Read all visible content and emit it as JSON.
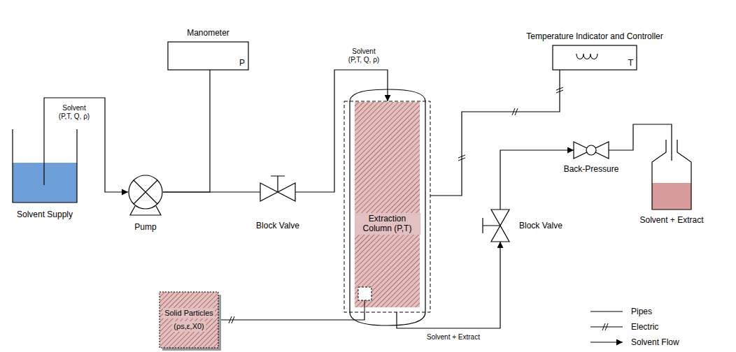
{
  "diagram": {
    "nodes": [
      {
        "text": [
          "Solvent Supply"
        ]
      },
      {
        "text": [
          "Pump"
        ]
      },
      {
        "text": [
          "Manometer",
          "P"
        ]
      },
      {
        "text": [
          "Block Valve"
        ]
      },
      {
        "text": [
          "Extraction Column (P,T)"
        ]
      },
      {
        "text": [
          "Temperature Indicator and Controller",
          "T"
        ]
      },
      {
        "text": [
          "Solid Particles",
          "(ρs,ε,X0)"
        ]
      },
      {
        "text": [
          "Block Valve"
        ]
      },
      {
        "text": [
          "Back-Pressure"
        ]
      },
      {
        "text": [
          "Solvent + Extract"
        ]
      }
    ],
    "edges": [
      {
        "from": 0,
        "to": 1,
        "arrow": "to",
        "label": "Solvent (P,T, Q, ρ)"
      },
      {
        "from": 1,
        "to": 2,
        "arrow": "none"
      },
      {
        "from": 1,
        "to": 3,
        "arrow": "none"
      },
      {
        "from": 3,
        "to": 4,
        "arrow": "to",
        "label": "Solvent (P,T, Q, ρ)"
      },
      {
        "from": 5,
        "to": 4,
        "arrow": "none"
      },
      {
        "from": 6,
        "to": 4,
        "arrow": "none"
      },
      {
        "from": 4,
        "to": 7,
        "arrow": "to",
        "label": "Solvent + Extract"
      },
      {
        "from": 7,
        "to": 8,
        "arrow": "to"
      },
      {
        "from": 8,
        "to": 9,
        "arrow": "none"
      }
    ],
    "legend": [
      {
        "text": "Pipes"
      },
      {
        "text": "Electric"
      },
      {
        "text": "Solvent Flow"
      }
    ]
  }
}
